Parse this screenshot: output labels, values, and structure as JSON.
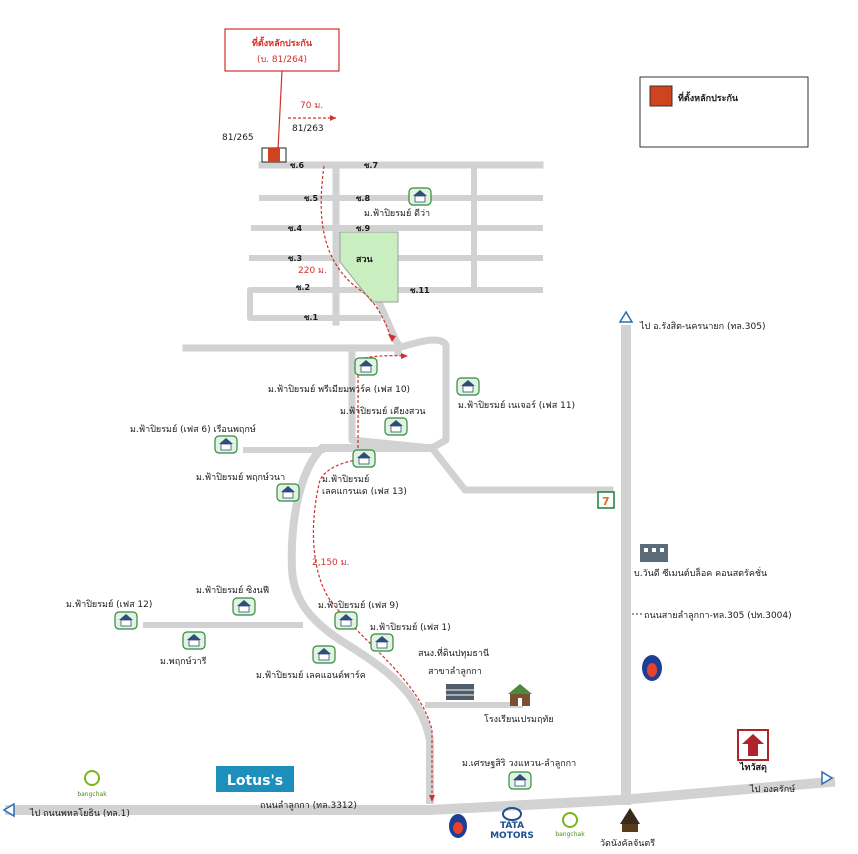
{
  "callout": {
    "title": "ที่ตั้งหลักประกัน",
    "subtitle": "(บ. 81/264)"
  },
  "legend": {
    "label": "ที่ตั้งหลักประกัน",
    "color": "#d0431f"
  },
  "colors": {
    "route": "#d0312d",
    "park": "#c9eec0",
    "road": "#d2d2d2",
    "village_icon": "#2e8b3e"
  },
  "house_numbers": {
    "left": "81/265",
    "right": "81/263"
  },
  "distances": {
    "d70": "70 ม.",
    "d220": "220 ม.",
    "d2150": "2,150 ม."
  },
  "sois": [
    "ซ.6",
    "ซ.7",
    "ซ.5",
    "ซ.8",
    "ซ.4",
    "ซ.9",
    "ซ.3",
    "ซ.2",
    "ซ.11",
    "ซ.1"
  ],
  "park_label": "สวน",
  "villages": [
    "ม.ฟ้าปิยรมย์ ดีว่า",
    "ม.ฟ้าปิยรมย์ พรีเมียมพาร์ค (เฟส 10)",
    "ม.ฟ้าปิยรมย์ เคียงสวน",
    "ม.ฟ้าปิยรมย์ เนเจอร์ (เฟส 11)",
    "ม.ฟ้าปิยรมย์ (เฟส 6) เรือนพฤกษ์",
    "ม.ฟ้าปิยรมย์ พฤกษ์วนา",
    "ม.ฟ้าปิยรมย์",
    "เลคแกรนเด (เฟส 13)",
    "ม.ฟ้าปิยรมย์ (เฟส 12)",
    "ม.ฟ้าปิยรมย์ ซิงนฟี",
    "ม.ฟ้าปิยรมย์ (เฟส 9)",
    "ม.พฤกษ์วารี",
    "ม.ฟ้าปิยรมย์ (เฟส 1)",
    "ม.ฟ้าปิยรมย์ เลคแอนด์พาร์ค",
    "ม.เศรษฐสิริ วงแหวน-ลำลูกกา"
  ],
  "places": {
    "road_north": "ไป อ.รังสิต-นครนายก (ทล.305)",
    "company": "บ.วันดี ซีเมนต์บล็อค คอนสตรัคชั่น",
    "road_main_right": "ถนนสายลำลูกกา-ทล.305 (ปท.3004)",
    "hospital1": "สนง.ที่ดินปทุมธานี",
    "hospital2": "สาขาลำลูกกา",
    "school": "โรงเรียนเปรมฤทัย",
    "road_left": "ไป ถนนพหลโยธิน (ทล.1)",
    "road_bottom": "ถนนลำลูกกา (ทล.3312)",
    "road_right": "ไป องครักษ์",
    "temple": "วัดนังคัลจันตรี",
    "lotus": "Lotus's",
    "tata1": "TATA",
    "tata2": "MOTORS",
    "bangchak": "bangchak",
    "thaiwatsadu": "ไทวัสดุ",
    "seven": "7"
  }
}
